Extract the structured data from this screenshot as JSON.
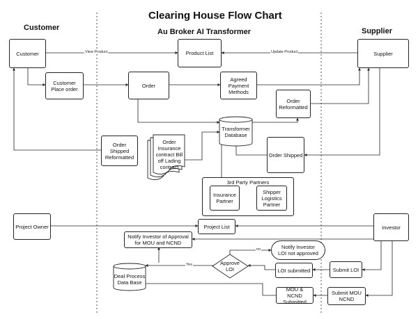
{
  "title": "Clearing House Flow Chart",
  "lanes": {
    "customer": "Customer",
    "broker": "Au Broker AI Transformer",
    "supplier": "Supplier"
  },
  "nodes": {
    "customer": "Customer",
    "product_list": "Product List",
    "supplier": "Supplier",
    "customer_place_order": "Customer Place order",
    "order": "Order",
    "agreed_payment_methods": "Agreed Payment Methods",
    "order_reformatted": "Order Reformatted",
    "transformer_database": "Transformer Database",
    "order_shipped_reformatted": "Order Shipped Reformatted",
    "order_docs": "Order Insurance contract Bill off Lading contract",
    "order_shipped": "Order Shipped",
    "third_party_partners": "3rd Party Partners",
    "insurance_partner": "Insurance Partner",
    "shipper_logistics_partner": "Shipper Logistics Partner",
    "project_owner": "Project Owner",
    "project_list": "Project List",
    "investor": "Investor",
    "notify_investor_approval": "Notify Investor of Approval for MOU and NCND",
    "notify_investor_loi": "Notify Investor LOI not approved",
    "approve_loi": "Approve LOI",
    "deal_process_db": "Deal Process Data Base",
    "loi_submitted": "LOI submitted",
    "submit_loi": "Submit LOI",
    "mou_ncnd_submitted": "MOU & NCND Submitted",
    "submit_mou_ncnd": "Submit MOU NCND"
  },
  "edge_labels": {
    "view_product": "View Product",
    "update_product": "Update Product",
    "no": "no",
    "yes": "Yes"
  }
}
